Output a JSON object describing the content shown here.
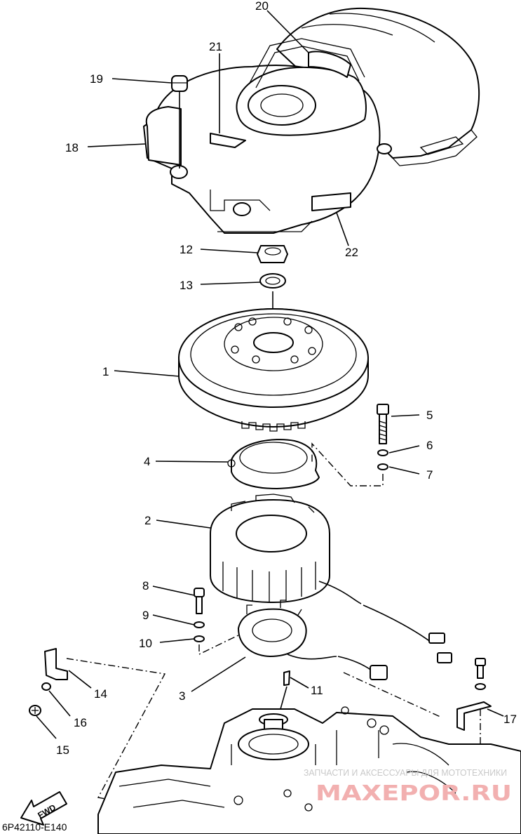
{
  "diagram": {
    "code": "6P42110-E140",
    "fwd_label": "FWD",
    "watermark_small": "ЗАПЧАСТИ И АКСЕССУАРЫ ДЛЯ МОТОТЕХНИКИ",
    "watermark_big": "MAXEPOR.RU",
    "callouts": [
      {
        "id": "1",
        "text": "1"
      },
      {
        "id": "2",
        "text": "2"
      },
      {
        "id": "3",
        "text": "3"
      },
      {
        "id": "4",
        "text": "4"
      },
      {
        "id": "5",
        "text": "5"
      },
      {
        "id": "6",
        "text": "6"
      },
      {
        "id": "7",
        "text": "7"
      },
      {
        "id": "8",
        "text": "8"
      },
      {
        "id": "9",
        "text": "9"
      },
      {
        "id": "10",
        "text": "10"
      },
      {
        "id": "11",
        "text": "11"
      },
      {
        "id": "12",
        "text": "12"
      },
      {
        "id": "13",
        "text": "13"
      },
      {
        "id": "14",
        "text": "14"
      },
      {
        "id": "15",
        "text": "15"
      },
      {
        "id": "16",
        "text": "16"
      },
      {
        "id": "17",
        "text": "17"
      },
      {
        "id": "18",
        "text": "18"
      },
      {
        "id": "19",
        "text": "19"
      },
      {
        "id": "20",
        "text": "20"
      },
      {
        "id": "21",
        "text": "21"
      },
      {
        "id": "22",
        "text": "22"
      }
    ]
  }
}
